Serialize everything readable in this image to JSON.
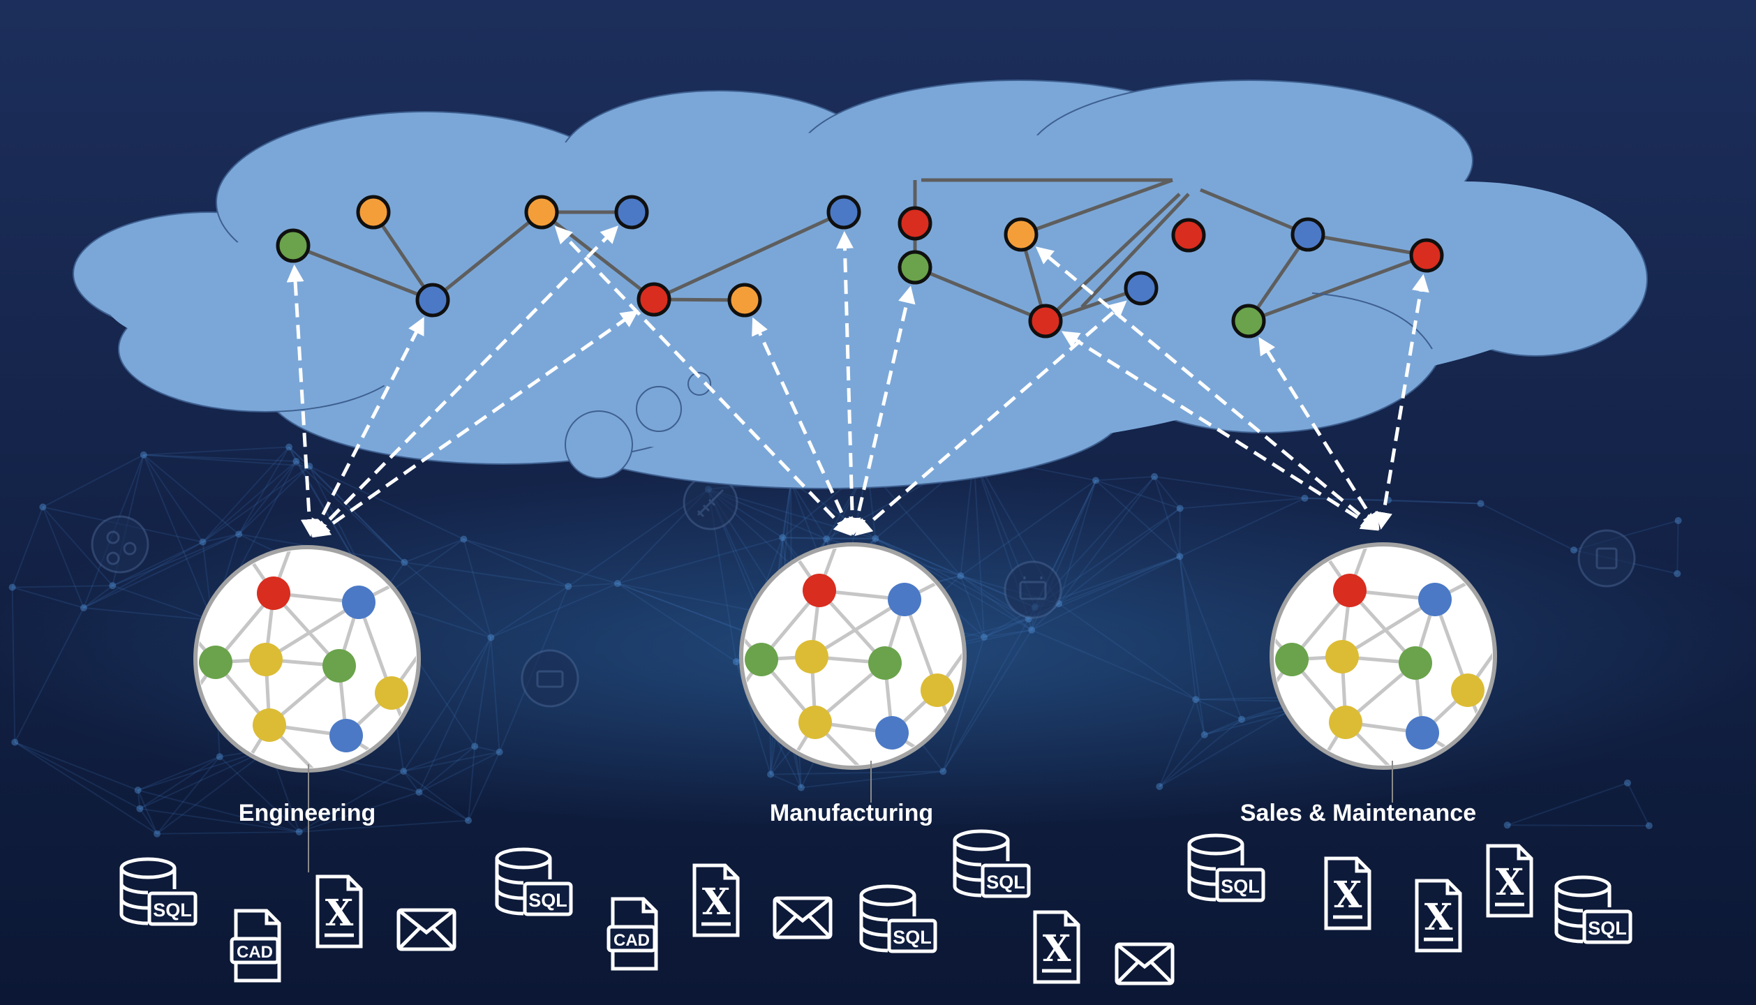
{
  "labels": {
    "engineering": "Engineering",
    "manufacturing": "Manufacturing",
    "sales": "Sales & Maintenance"
  },
  "file_labels": {
    "sql": "SQL",
    "cad": "CAD",
    "excel": "X"
  },
  "colors": {
    "background_top": "#1c2e5b",
    "background_bottom": "#0b1734",
    "cloud_fill": "#7ba7d8",
    "cloud_outline": "#3d5f8f",
    "link": "#5e5e5e",
    "node_outline": "#101010",
    "orange": "#f49e3a",
    "blue": "#4b79c6",
    "green": "#6aa34b",
    "red": "#d92d1f",
    "yellow": "#dcbc35",
    "arrow": "#ffffff",
    "label": "#ffffff",
    "icon": "#ffffff"
  }
}
